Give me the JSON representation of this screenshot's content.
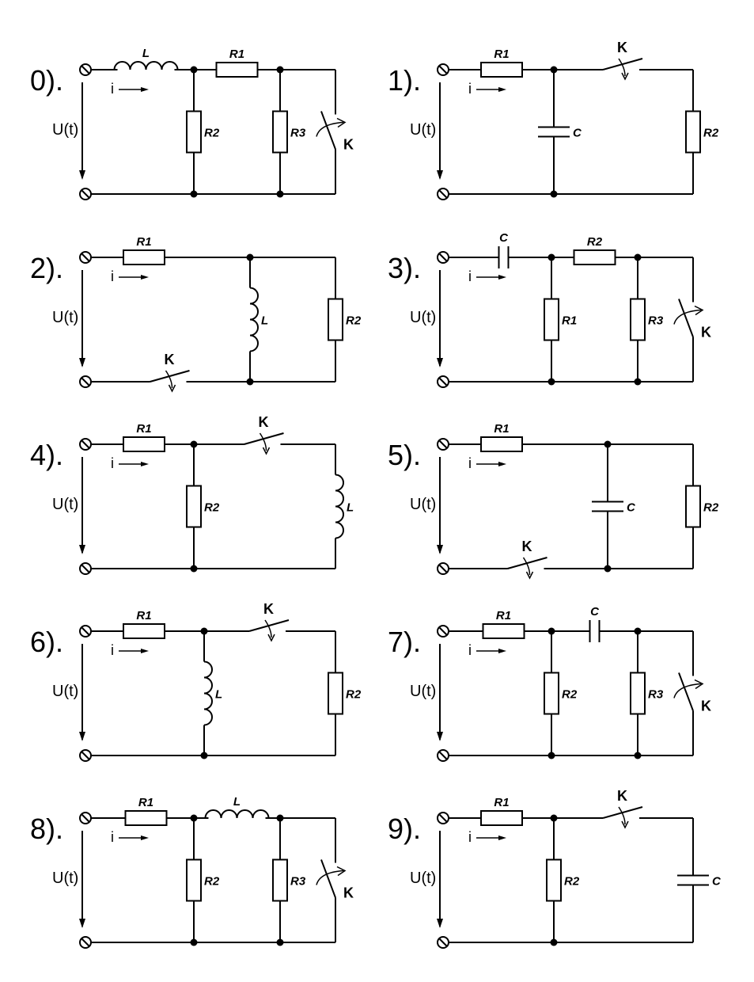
{
  "labels": {
    "voltage": "U(t)",
    "current": "i",
    "switch": "K"
  },
  "circuits": [
    {
      "title": "0).",
      "top": [
        {
          "type": "L",
          "label": "L"
        },
        {
          "type": "node"
        },
        {
          "type": "R",
          "label": "R1"
        },
        {
          "type": "node"
        }
      ],
      "shunts": [
        {
          "type": "R",
          "label": "R2"
        },
        {
          "type": "R",
          "label": "R3"
        },
        {
          "type": "K_vertical",
          "label": "K"
        }
      ],
      "bottom_switch": false
    },
    {
      "title": "1).",
      "top": [
        {
          "type": "R",
          "label": "R1"
        },
        {
          "type": "node"
        },
        {
          "type": "K",
          "label": "K"
        }
      ],
      "shunts": [
        {
          "type": "C",
          "label": "C"
        },
        {
          "type": "R",
          "label": "R2"
        }
      ],
      "bottom_switch": false
    },
    {
      "title": "2).",
      "top": [
        {
          "type": "R",
          "label": "R1"
        },
        {
          "type": "node"
        }
      ],
      "shunts": [
        {
          "type": "L",
          "label": "L"
        },
        {
          "type": "R",
          "label": "R2"
        }
      ],
      "bottom_switch": true
    },
    {
      "title": "3).",
      "top": [
        {
          "type": "C",
          "label": "C"
        },
        {
          "type": "node"
        },
        {
          "type": "R",
          "label": "R2"
        },
        {
          "type": "node"
        }
      ],
      "shunts": [
        {
          "type": "R",
          "label": "R1"
        },
        {
          "type": "R",
          "label": "R3"
        },
        {
          "type": "K_vertical",
          "label": "K"
        }
      ],
      "bottom_switch": false
    },
    {
      "title": "4).",
      "top": [
        {
          "type": "R",
          "label": "R1"
        },
        {
          "type": "node"
        },
        {
          "type": "K",
          "label": "K"
        }
      ],
      "shunts": [
        {
          "type": "R",
          "label": "R2"
        },
        {
          "type": "L",
          "label": "L"
        }
      ],
      "bottom_switch": false
    },
    {
      "title": "5).",
      "top": [
        {
          "type": "R",
          "label": "R1"
        },
        {
          "type": "node"
        }
      ],
      "shunts": [
        {
          "type": "C",
          "label": "C"
        },
        {
          "type": "R",
          "label": "R2"
        }
      ],
      "bottom_switch": true
    },
    {
      "title": "6).",
      "top": [
        {
          "type": "R",
          "label": "R1"
        },
        {
          "type": "node"
        },
        {
          "type": "K",
          "label": "K"
        }
      ],
      "shunts": [
        {
          "type": "L",
          "label": "L"
        },
        {
          "type": "R",
          "label": "R2"
        }
      ],
      "bottom_switch": false
    },
    {
      "title": "7).",
      "top": [
        {
          "type": "R",
          "label": "R1"
        },
        {
          "type": "node"
        },
        {
          "type": "C",
          "label": "C"
        },
        {
          "type": "node"
        }
      ],
      "shunts": [
        {
          "type": "R",
          "label": "R2"
        },
        {
          "type": "R",
          "label": "R3"
        },
        {
          "type": "K_vertical",
          "label": "K"
        }
      ],
      "bottom_switch": false
    },
    {
      "title": "8).",
      "top": [
        {
          "type": "R",
          "label": "R1"
        },
        {
          "type": "node"
        },
        {
          "type": "L",
          "label": "L"
        },
        {
          "type": "node"
        }
      ],
      "shunts": [
        {
          "type": "R",
          "label": "R2"
        },
        {
          "type": "R",
          "label": "R3"
        },
        {
          "type": "K_vertical",
          "label": "K"
        }
      ],
      "bottom_switch": false
    },
    {
      "title": "9).",
      "top": [
        {
          "type": "R",
          "label": "R1"
        },
        {
          "type": "node"
        },
        {
          "type": "K",
          "label": "K"
        }
      ],
      "shunts": [
        {
          "type": "R",
          "label": "R2"
        },
        {
          "type": "C",
          "label": "C"
        }
      ],
      "bottom_switch": false
    }
  ]
}
